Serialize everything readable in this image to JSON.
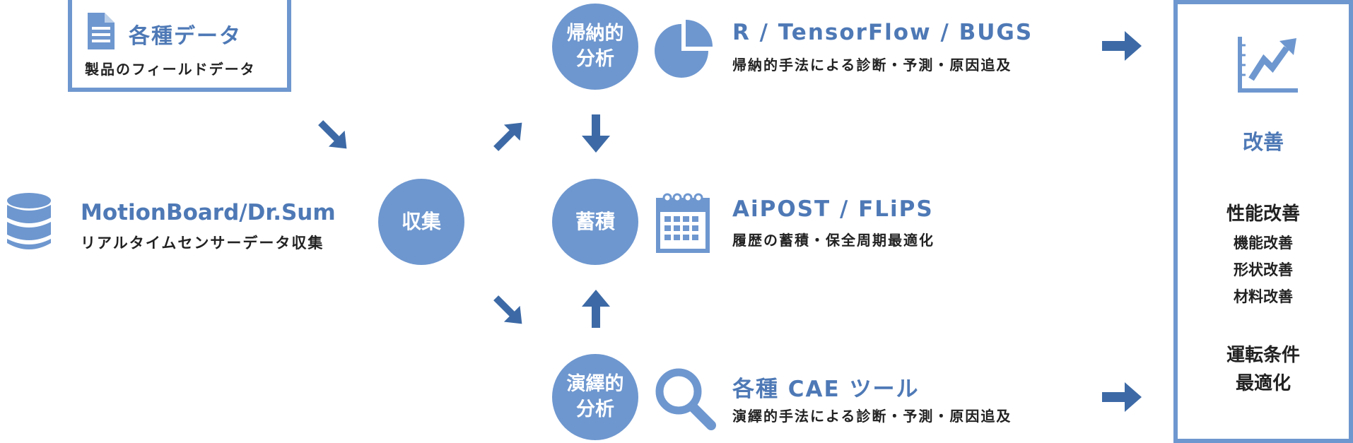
{
  "data_source": {
    "title": "各種データ",
    "subtitle": "製品のフィールドデータ"
  },
  "realtime": {
    "title": "MotionBoard/Dr.Sum",
    "subtitle": "リアルタイムセンサーデータ収集"
  },
  "nodes": {
    "collect": "収集",
    "inductive_line1": "帰納的",
    "inductive_line2": "分析",
    "accumulate": "蓄積",
    "deductive_line1": "演繹的",
    "deductive_line2": "分析"
  },
  "tools": {
    "inductive_title": "R / TensorFlow / BUGS",
    "inductive_sub": "帰納的手法による診断・予測・原因追及",
    "accumulate_title": "AiPOST / FLiPS",
    "accumulate_sub": "履歴の蓄積・保全周期最適化",
    "deductive_title": "各種 CAE ツール",
    "deductive_sub": "演繹的手法による診断・予測・原因追及"
  },
  "result": {
    "heading": "改善",
    "perf_title": "性能改善",
    "items": [
      "機能改善",
      "形状改善",
      "材料改善"
    ],
    "op_line1": "運転条件",
    "op_line2": "最適化"
  },
  "icons": [
    "document-icon",
    "database-icon",
    "pie-chart-icon",
    "calendar-icon",
    "magnifier-icon",
    "trend-chart-icon",
    "arrow-icon"
  ],
  "colors": {
    "accent": "#4e79b6",
    "circle": "#6e97cf",
    "arrow": "#3d6aa6"
  }
}
